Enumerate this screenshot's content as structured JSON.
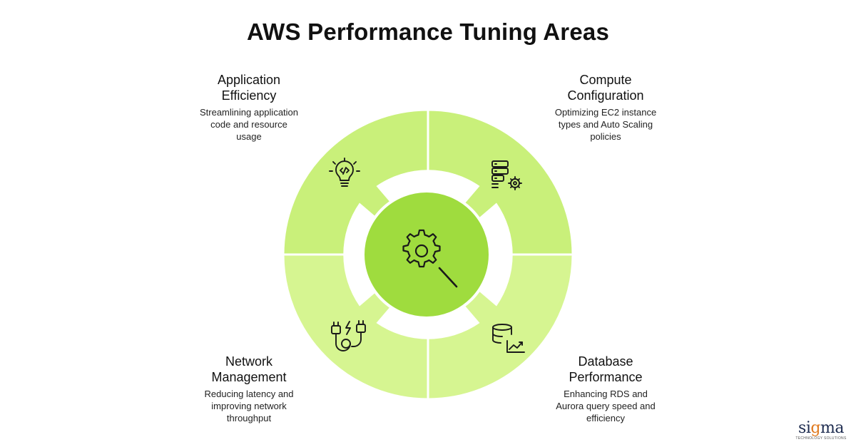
{
  "title": "AWS Performance Tuning Areas",
  "colors": {
    "segment_top": "#c9f07a",
    "segment_bottom": "#d6f591",
    "center": "#9fdc3e",
    "stroke": "#1a1a1a",
    "gap": "#ffffff"
  },
  "areas": [
    {
      "key": "app",
      "heading": "Application Efficiency",
      "heading_line1": "Application",
      "heading_line2": "Efficiency",
      "desc_line1": "Streamlining application",
      "desc_line2": "code and resource",
      "desc_line3": "usage",
      "icon": "lightbulb-code-icon"
    },
    {
      "key": "compute",
      "heading": "Compute Configuration",
      "heading_line1": "Compute",
      "heading_line2": "Configuration",
      "desc_line1": "Optimizing EC2 instance",
      "desc_line2": "types and Auto Scaling",
      "desc_line3": "policies",
      "icon": "server-gear-icon"
    },
    {
      "key": "network",
      "heading": "Network Management",
      "heading_line1": "Network",
      "heading_line2": "Management",
      "desc_line1": "Reducing latency and",
      "desc_line2": "improving network",
      "desc_line3": "throughput",
      "icon": "cable-plug-icon"
    },
    {
      "key": "database",
      "heading": "Database Performance",
      "heading_line1": "Database",
      "heading_line2": "Performance",
      "desc_line1": "Enhancing RDS and",
      "desc_line2": "Aurora query speed and",
      "desc_line3": "efficiency",
      "icon": "database-chart-icon"
    }
  ],
  "center_icon": "gear-search-icon",
  "logo": {
    "word_pre": "si",
    "word_dot": "g",
    "word_post": "ma",
    "tagline": "TECHNOLOGY SOLUTIONS"
  }
}
